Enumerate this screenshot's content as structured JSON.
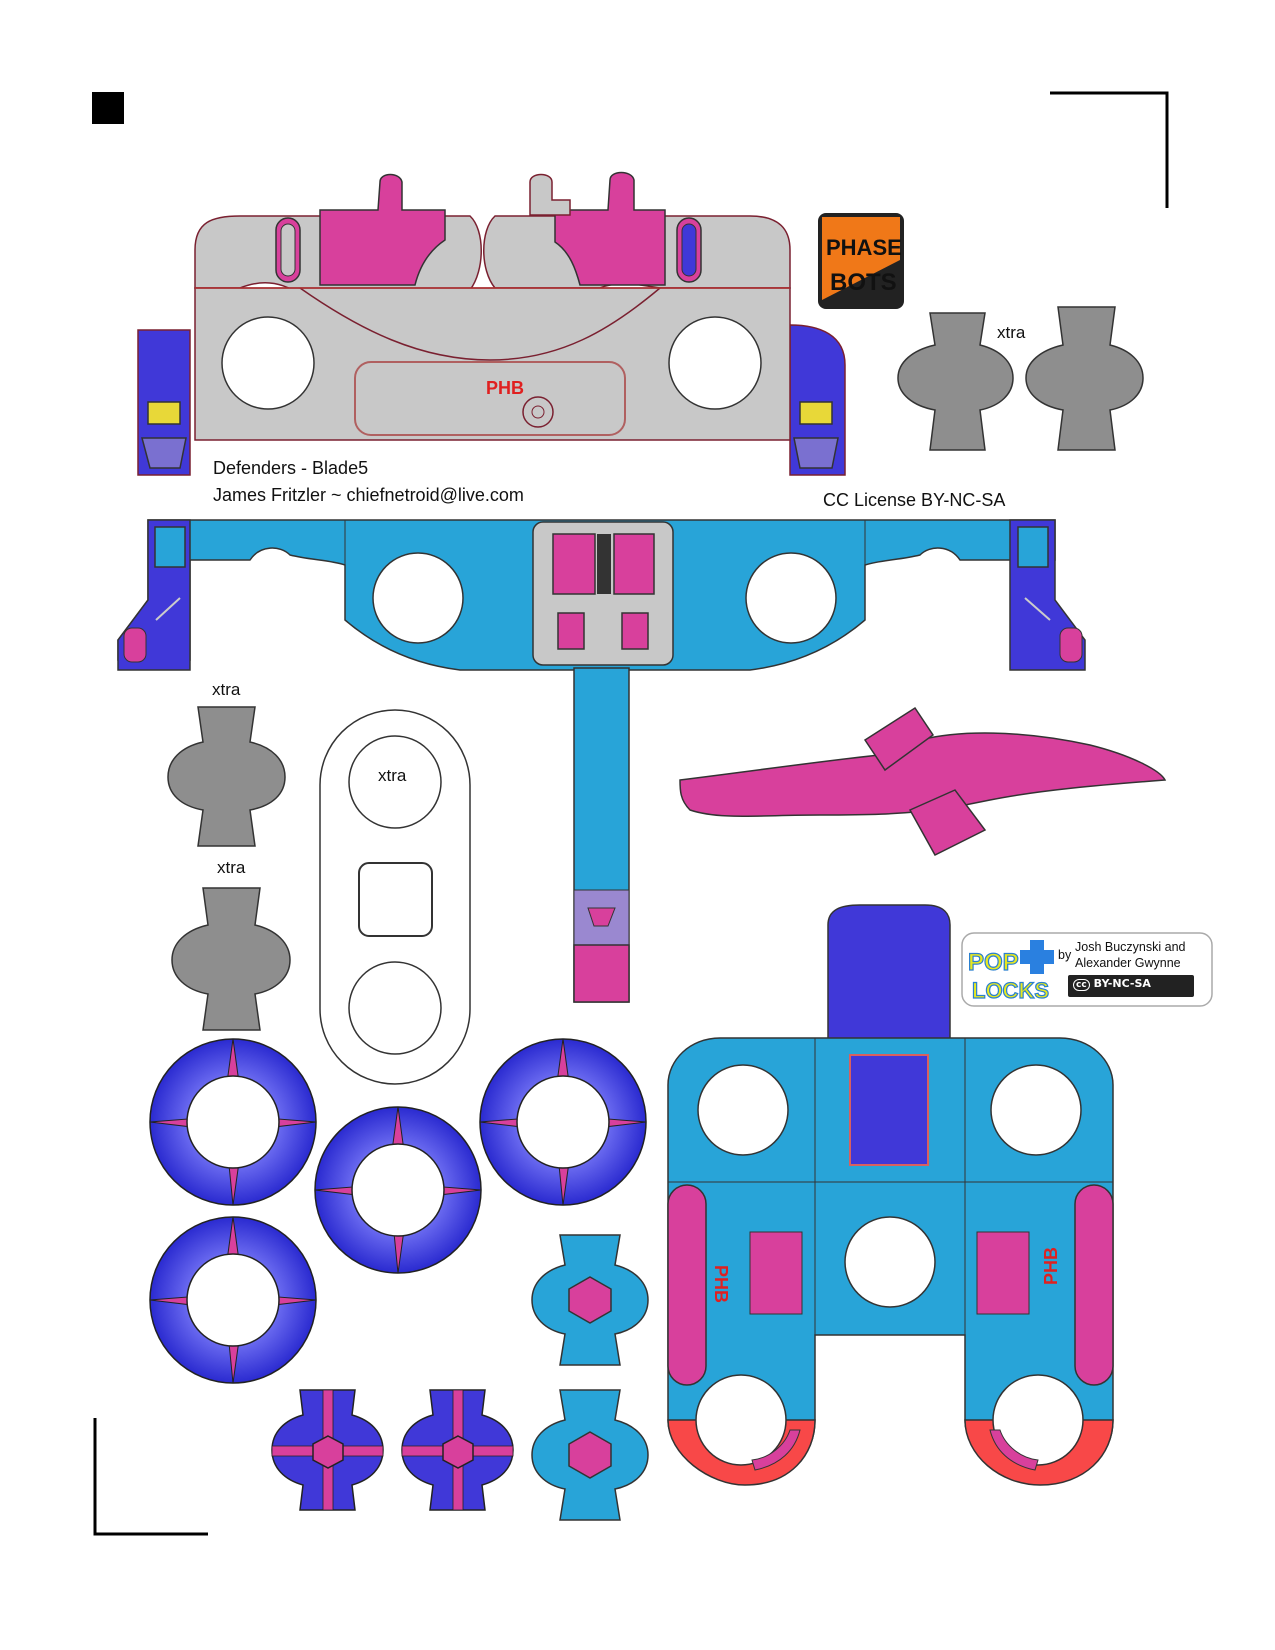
{
  "credits": {
    "title": "Defenders - Blade5",
    "author": "James Fritzler  ~  chiefnetroid@live.com",
    "license": "CC License  BY-NC-SA"
  },
  "labels": {
    "xtra": "xtra"
  },
  "phasebots_logo": {
    "line1": "PHASE",
    "line2": "BOTS",
    "color": "#f07818"
  },
  "poplocks_badge": {
    "logo_top": "POP",
    "logo_bottom": "LOCKS",
    "by": "by",
    "authors_line1": "Josh Buczynski and",
    "authors_line2": "Alexander Gwynne",
    "cc_icon": "cc",
    "license": "BY-NC-SA"
  },
  "phb_mark": "PHB",
  "palette": {
    "gray": "#c8c8c8",
    "dark_gray": "#8e8e8e",
    "blue": "#28a4d8",
    "purple": "#4038d8",
    "magenta": "#d8409c",
    "red": "#f84848",
    "yellow": "#e8d838"
  }
}
